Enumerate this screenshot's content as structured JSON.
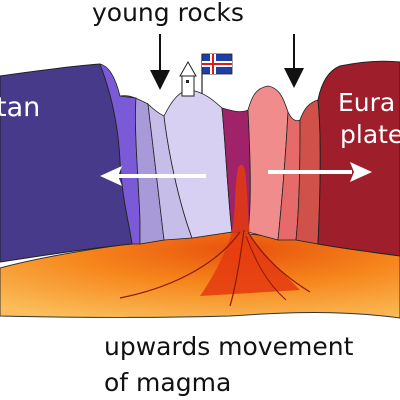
{
  "labels": {
    "young_rocks": "young rocks",
    "west_plate_fragment": "tan",
    "east_plate_line1": "Eura",
    "east_plate_line2": "plate",
    "magma_line1": "upwards movement",
    "magma_line2": "of magma"
  },
  "colors": {
    "west_plate": "#473a8a",
    "west_band_1": "#7a5ad6",
    "west_band_2": "#a89ad8",
    "west_band_3": "#c7bde9",
    "west_band_4": "#d8d0f2",
    "rift_center": "#a0236a",
    "east_band_1": "#f08c8c",
    "east_band_2": "#e66a6a",
    "east_band_3": "#d0504a",
    "east_plate": "#9e1e2c",
    "magma_light": "#fbbe5a",
    "magma_mid": "#f6861c",
    "magma_dark": "#e8520e",
    "magma_channel": "#e43a10",
    "arrow": "#ffffff",
    "flag_blue": "#1f3fa8",
    "flag_red": "#d81e1e"
  },
  "icons": {
    "flag": "iceland-flag-icon",
    "house": "lighthouse-icon",
    "arrow_west": "arrow-left-icon",
    "arrow_east": "arrow-right-icon",
    "pointer_left": "arrow-down-icon",
    "pointer_right": "arrow-down-icon"
  }
}
